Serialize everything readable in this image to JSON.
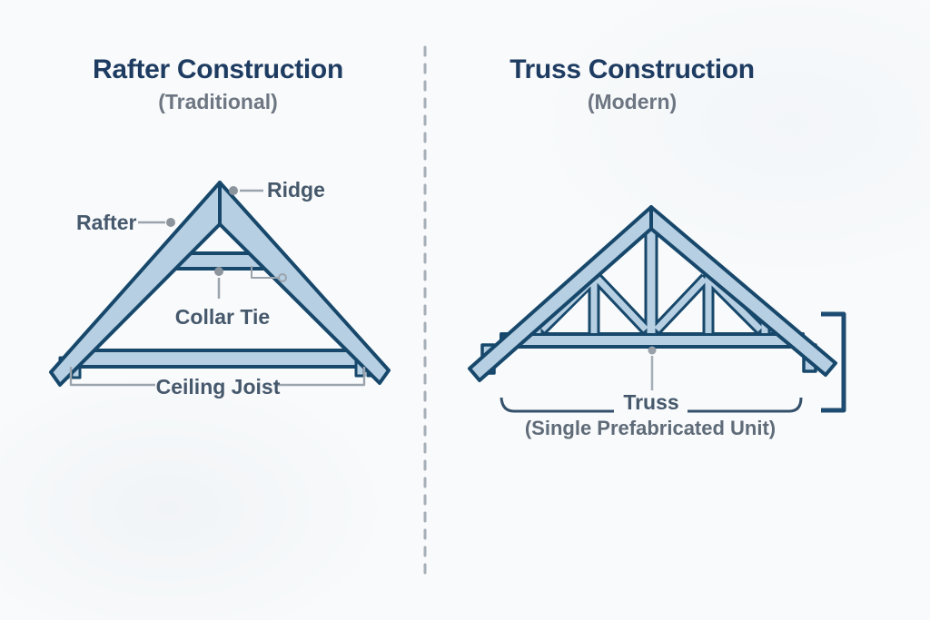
{
  "left_panel": {
    "title": "Rafter Construction",
    "subtitle": "(Traditional)",
    "labels": {
      "ridge": "Ridge",
      "rafter": "Rafter",
      "collar_tie": "Collar Tie",
      "ceiling_joist": "Ceiling Joist"
    }
  },
  "right_panel": {
    "title": "Truss Construction",
    "subtitle": "(Modern)",
    "labels": {
      "truss": "Truss",
      "unit": "(Single Prefabricated Unit)"
    }
  },
  "colors": {
    "beam_fill": "#b7cfe2",
    "beam_stroke": "#17486b",
    "title_text": "#1e3c61",
    "subtitle_text": "#6d7682",
    "label_text": "#46586c",
    "leader_line": "#9ba3ad",
    "bracket_navy": "#1d4b72",
    "background": "#f8fafb"
  }
}
